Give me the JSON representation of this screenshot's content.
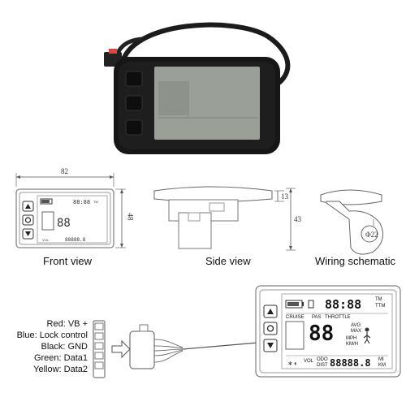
{
  "views": {
    "front_label": "Front view",
    "side_label": "Side view",
    "wiring_label": "Wiring schematic"
  },
  "dimensions": {
    "width": "82",
    "height_front": "48",
    "depth": "13",
    "height_side": "43",
    "diameter": "Φ22"
  },
  "display_text": {
    "cruise": "CRUISE",
    "pas": "PAS",
    "throttle": "THROTTLE",
    "avg": "AVG",
    "max": "MAX",
    "vol": "VOL",
    "odo": "ODO",
    "dist": "DIST",
    "tm": "TM",
    "ttm": "TTM",
    "mph": "MPH",
    "kmh": "KM/H",
    "mi": "MI",
    "km": "KM",
    "time_digits": "88:88",
    "speed_digits": "88",
    "odo_digits": "88888.8"
  },
  "wires": [
    {
      "label": "Red: VB +",
      "color": "#d33"
    },
    {
      "label": "Blue: Lock control",
      "color": "#35c"
    },
    {
      "label": "Black: GND",
      "color": "#222"
    },
    {
      "label": "Green: Data1",
      "color": "#3a3"
    },
    {
      "label": "Yellow: Data2",
      "color": "#cc3"
    }
  ],
  "colors": {
    "housing": "#161616",
    "lcd": "#9aa098",
    "line": "#555555"
  }
}
